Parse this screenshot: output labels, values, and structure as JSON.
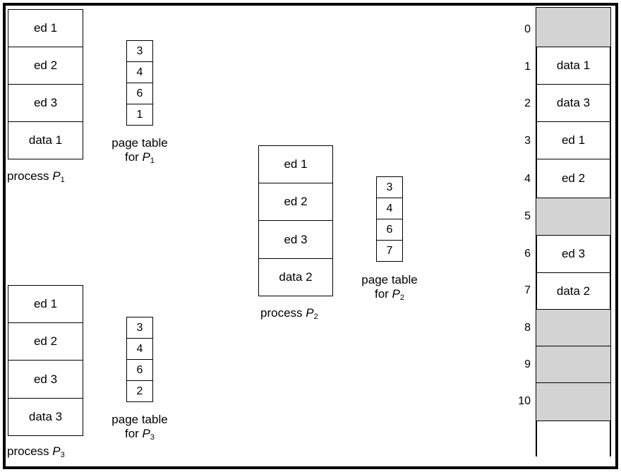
{
  "process_p1": {
    "pages": [
      "ed 1",
      "ed 2",
      "ed 3",
      "data 1"
    ],
    "label_prefix": "process ",
    "label_var": "P",
    "label_sub": "1"
  },
  "page_table_p1": {
    "entries": [
      "3",
      "4",
      "6",
      "1"
    ],
    "label_line1": "page table",
    "label_line2": "for ",
    "label_var": "P",
    "label_sub": "1"
  },
  "process_p2": {
    "pages": [
      "ed 1",
      "ed 2",
      "ed 3",
      "data 2"
    ],
    "label_prefix": "process ",
    "label_var": "P",
    "label_sub": "2"
  },
  "page_table_p2": {
    "entries": [
      "3",
      "4",
      "6",
      "7"
    ],
    "label_line1": "page table",
    "label_line2": "for ",
    "label_var": "P",
    "label_sub": "2"
  },
  "process_p3": {
    "pages": [
      "ed 1",
      "ed 2",
      "ed 3",
      "data 3"
    ],
    "label_prefix": "process ",
    "label_var": "P",
    "label_sub": "3"
  },
  "page_table_p3": {
    "entries": [
      "3",
      "4",
      "6",
      "2"
    ],
    "label_line1": "page table",
    "label_line2": "for ",
    "label_var": "P",
    "label_sub": "3"
  },
  "physical_memory": {
    "frames": [
      {
        "number": "0",
        "content": "",
        "free": true
      },
      {
        "number": "1",
        "content": "data 1",
        "free": false
      },
      {
        "number": "2",
        "content": "data 3",
        "free": false
      },
      {
        "number": "3",
        "content": "ed 1",
        "free": false
      },
      {
        "number": "4",
        "content": "ed 2",
        "free": false
      },
      {
        "number": "5",
        "content": "",
        "free": true
      },
      {
        "number": "6",
        "content": "ed 3",
        "free": false
      },
      {
        "number": "7",
        "content": "data 2",
        "free": false
      },
      {
        "number": "8",
        "content": "",
        "free": true
      },
      {
        "number": "9",
        "content": "",
        "free": true
      },
      {
        "number": "10",
        "content": "",
        "free": true
      }
    ],
    "free_color": "#d3d3d3"
  }
}
